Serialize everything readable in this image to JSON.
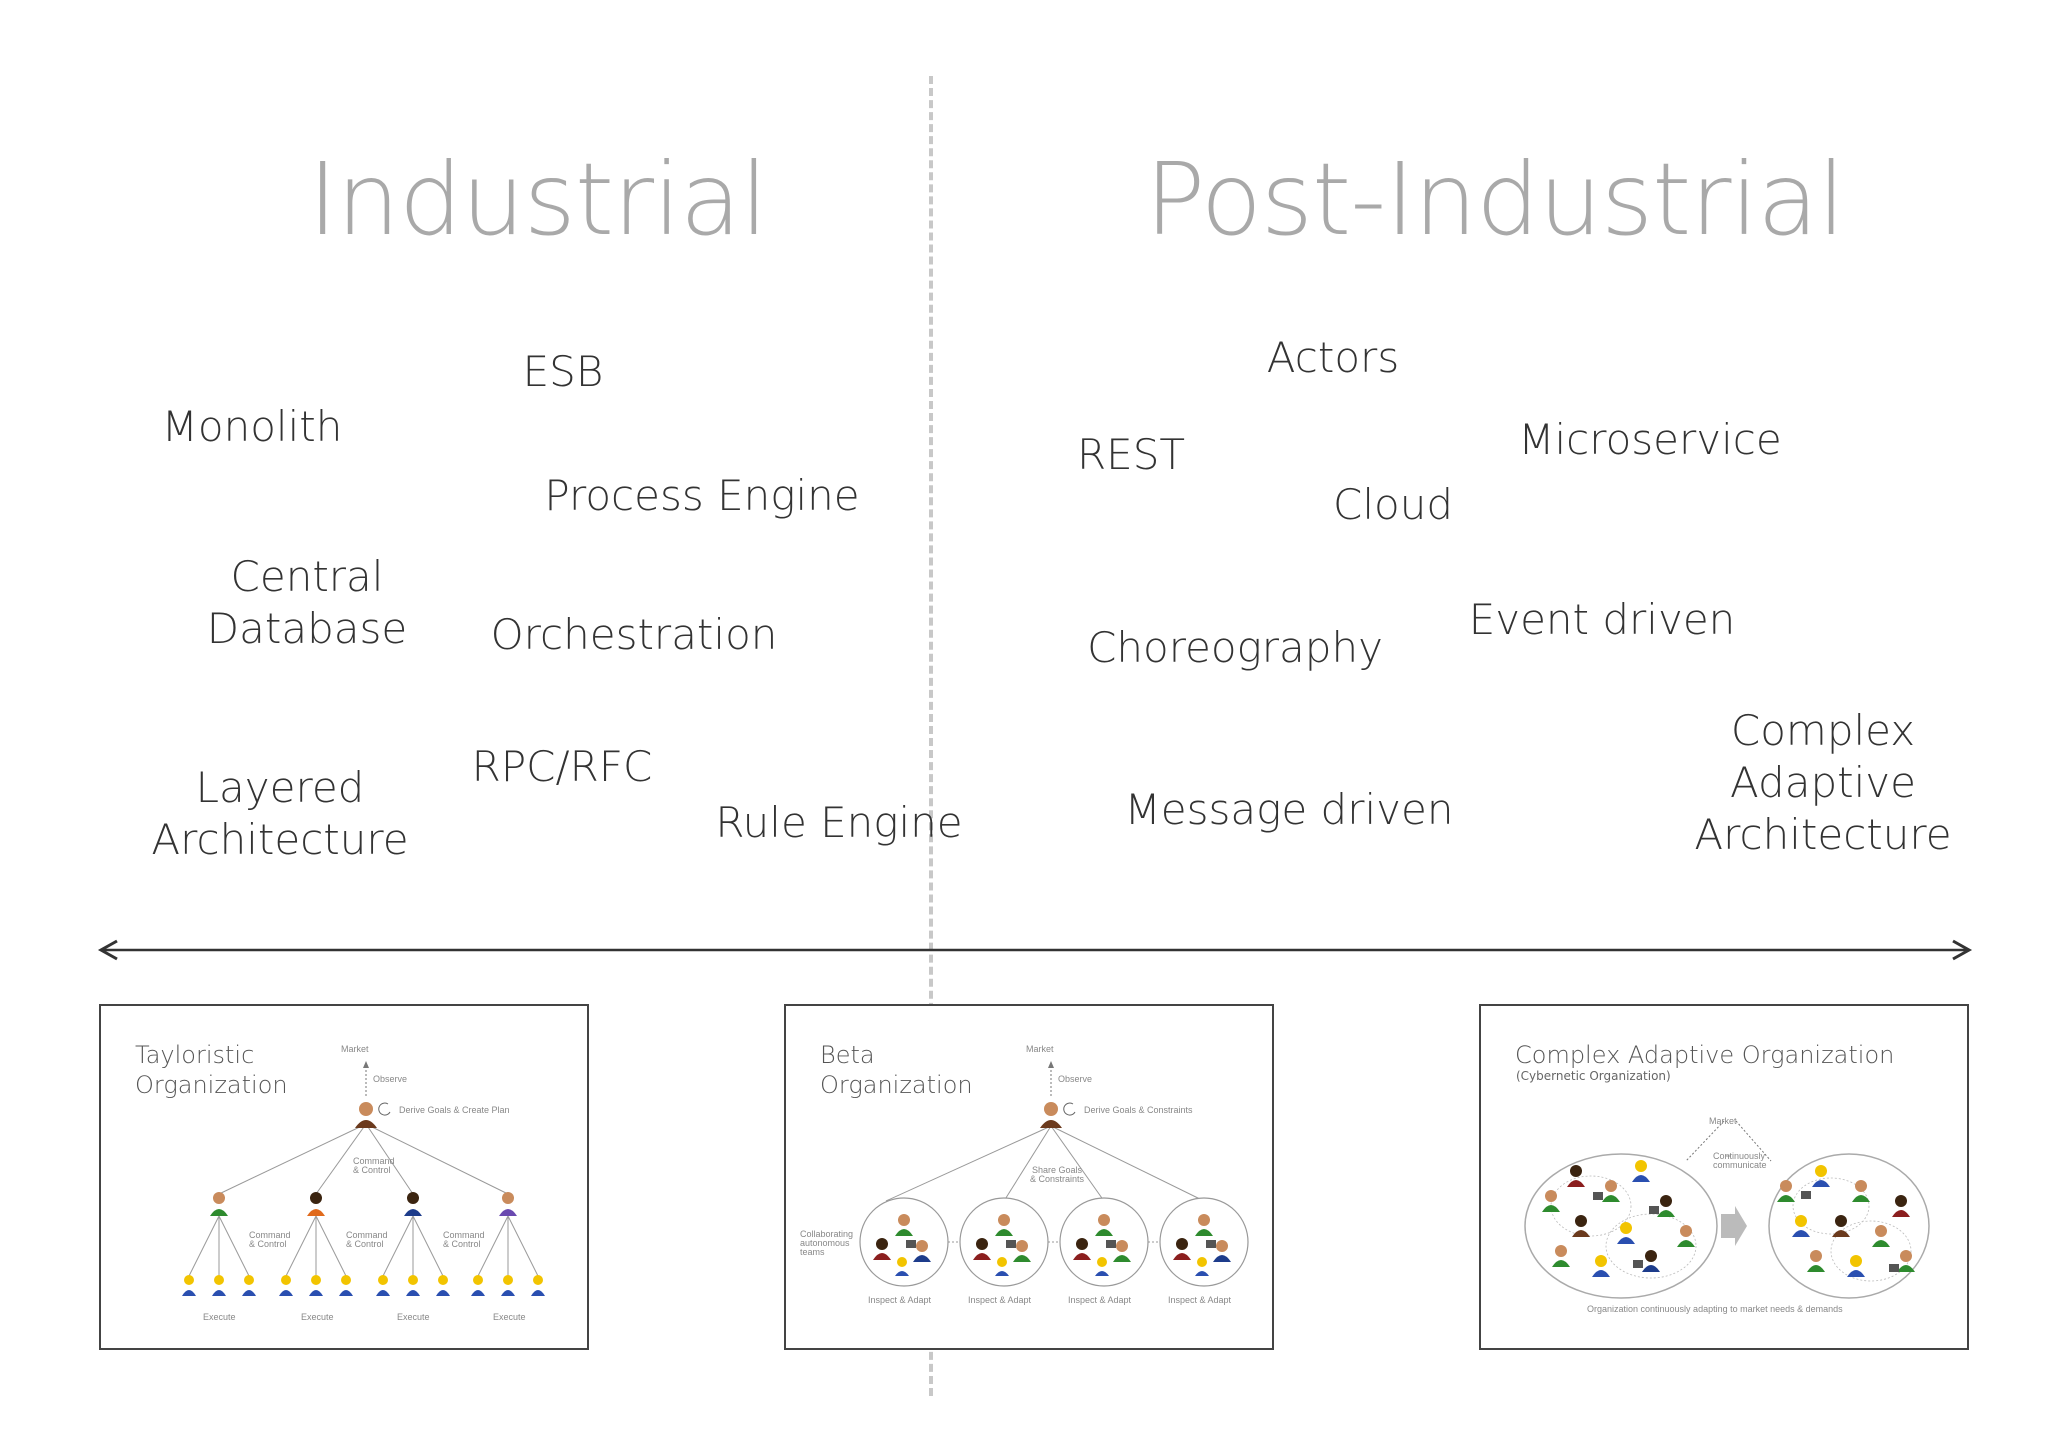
{
  "headings": {
    "left": "Industrial",
    "right": "Post-Industrial"
  },
  "industrial_terms": {
    "esb": "ESB",
    "monolith": "Monolith",
    "process_engine": "Process Engine",
    "central_database": "Central\nDatabase",
    "orchestration": "Orchestration",
    "rpc_rfc": "RPC/RFC",
    "rule_engine": "Rule Engine",
    "layered_architecture": "Layered\nArchitecture"
  },
  "post_industrial_terms": {
    "actors": "Actors",
    "rest": "REST",
    "microservice": "Microservice",
    "cloud": "Cloud",
    "event_driven": "Event driven",
    "choreography": "Choreography",
    "complex_adaptive": "Complex\nAdaptive\nArchitecture",
    "message_driven": "Message driven"
  },
  "cards": {
    "tayloristic": {
      "title": "Tayloristic\nOrganization",
      "market": "Market",
      "observe": "Observe",
      "derive": "Derive Goals & Create Plan",
      "command": "Command\n& Control",
      "execute": "Execute"
    },
    "beta": {
      "title": "Beta\nOrganization",
      "market": "Market",
      "observe": "Observe",
      "derive": "Derive Goals & Constraints",
      "share": "Share Goals\n& Constraints",
      "collab": "Collaborating\nautonomous\nteams",
      "inspect": "Inspect & Adapt"
    },
    "complex": {
      "title": "Complex Adaptive Organization",
      "subtitle": "(Cybernetic Organization)",
      "market": "Market",
      "communicate": "Continuously\ncommunicate",
      "caption": "Organization continuously adapting to market needs & demands"
    }
  },
  "colors": {
    "heading": "#a9a9a9",
    "term": "#333333",
    "divider": "#c8c8c8",
    "axis": "#333333"
  }
}
